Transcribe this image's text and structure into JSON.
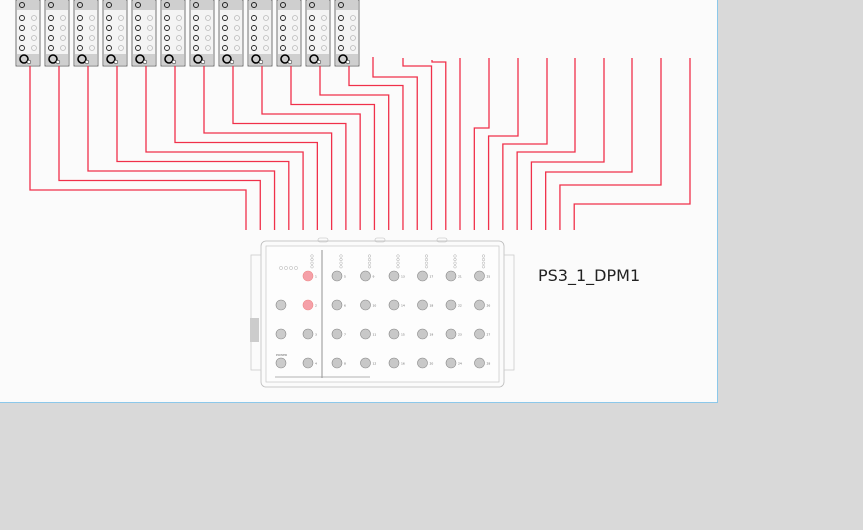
{
  "diagram": {
    "device": {
      "name": "PS3_1_DPM1",
      "power_label": "POWER",
      "port_numbers": [
        "1",
        "2",
        "3",
        "4",
        "5",
        "6",
        "7",
        "8",
        "9",
        "10",
        "11",
        "12",
        "13",
        "14",
        "15",
        "16",
        "17",
        "18",
        "19",
        "20",
        "21",
        "22",
        "23",
        "24",
        "25",
        "26",
        "27",
        "28"
      ],
      "highlighted_ports": [
        "1",
        "2"
      ]
    },
    "io_module_count": 12,
    "colors": {
      "wire": "#f0304a",
      "canvas": "#fbfbfb",
      "background": "#d9d9d9",
      "highlight": "#f5a0a8",
      "selection_border": "#8cc8ea"
    }
  }
}
